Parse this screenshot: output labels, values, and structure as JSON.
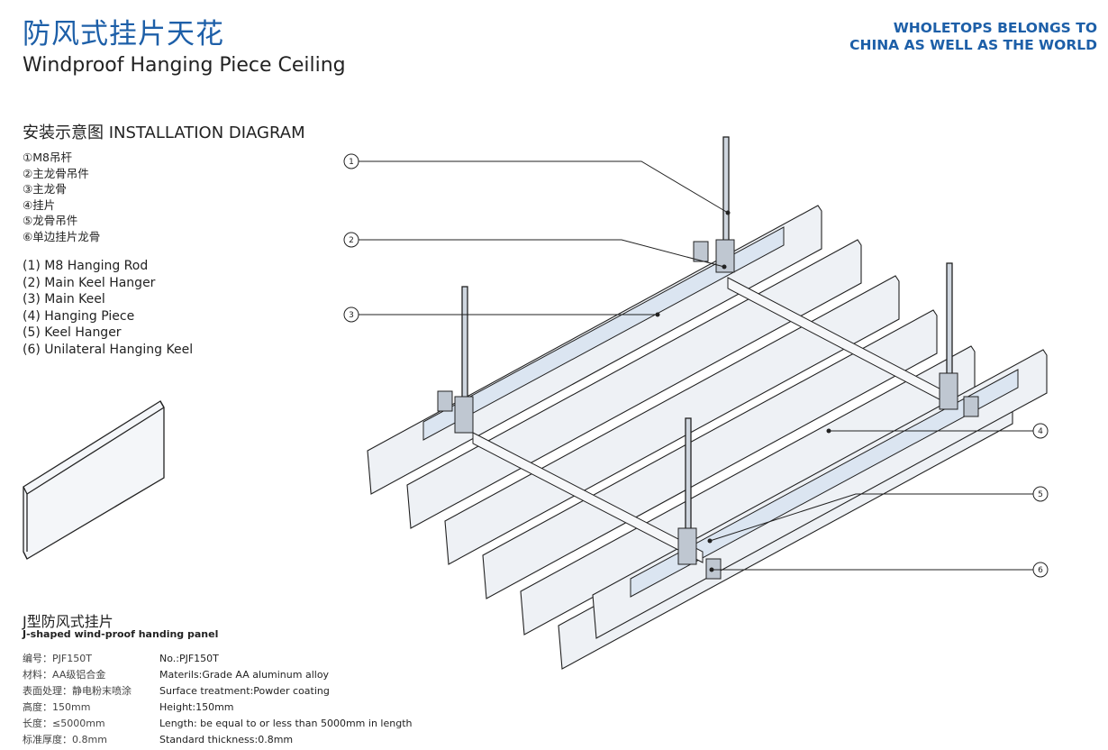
{
  "header": {
    "title_cn": "防风式挂片天花",
    "title_en": "Windproof Hanging Piece Ceiling",
    "slogan_line1": "WHOLETOPS BELONGS TO",
    "slogan_line2": "CHINA AS WELL AS THE WORLD"
  },
  "diagram_title": "安装示意图 INSTALLATION DIAGRAM",
  "legend_cn": [
    "①M8吊杆",
    "②主龙骨吊件",
    "③主龙骨",
    "④挂片",
    "⑤龙骨吊件",
    "⑥单边挂片龙骨"
  ],
  "legend_en": [
    "(1) M8 Hanging Rod",
    "(2) Main Keel Hanger",
    "(3) Main Keel",
    "(4) Hanging Piece",
    "(5) Keel Hanger",
    "(6) Unilateral Hanging Keel"
  ],
  "callouts": [
    "1",
    "2",
    "3",
    "4",
    "5",
    "6"
  ],
  "panel": {
    "title_cn": "J型防风式挂片",
    "title_en": "J-shaped wind-proof handing panel",
    "specs": [
      {
        "cn": "编号：PJF150T",
        "en": "No.:PJF150T"
      },
      {
        "cn": "材料：AA级铝合金",
        "en": "Materils:Grade AA aluminum alloy"
      },
      {
        "cn": "表面处理：静电粉末喷涂",
        "en": "Surface treatment:Powder coating"
      },
      {
        "cn": "高度：150mm",
        "en": "Height:150mm"
      },
      {
        "cn": "长度：≤5000mm",
        "en": "Length: be equal to or less than 5000mm in length"
      },
      {
        "cn": "标准厚度：0.8mm",
        "en": "Standard thickness:0.8mm"
      }
    ]
  },
  "colors": {
    "brand_blue": "#1d5fa8",
    "line": "#222222",
    "panel_fill": "#e9edf3"
  }
}
